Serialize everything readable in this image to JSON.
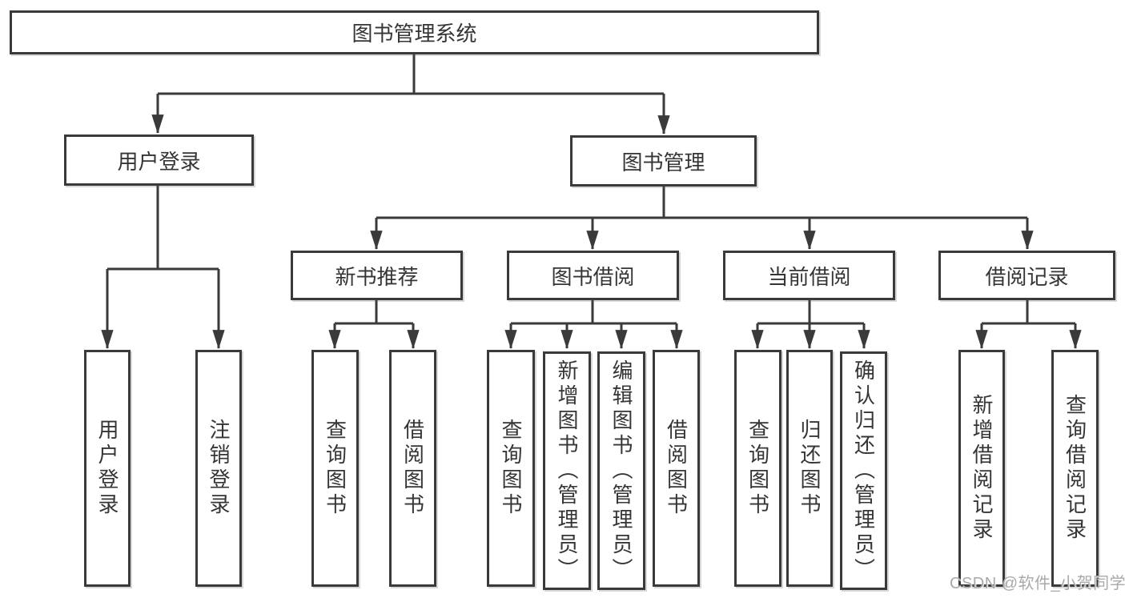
{
  "diagram_title": "图书管理系统",
  "colors": {
    "line": "#3a3a3a",
    "box_border": "#3a3a3a",
    "box_fill": "#ffffff",
    "text": "#353535",
    "watermark": "#a9a9a9",
    "background": "#ffffff"
  },
  "tree": {
    "label": "图书管理系统",
    "children": [
      {
        "label": "用户登录",
        "children": [
          {
            "label": "用户登录"
          },
          {
            "label": "注销登录"
          }
        ]
      },
      {
        "label": "图书管理",
        "children": [
          {
            "label": "新书推荐",
            "children": [
              {
                "label": "查询图书"
              },
              {
                "label": "借阅图书"
              }
            ]
          },
          {
            "label": "图书借阅",
            "children": [
              {
                "label": "查询图书"
              },
              {
                "label": "新增图书（管理员）"
              },
              {
                "label": "编辑图书（管理员）"
              },
              {
                "label": "借阅图书"
              }
            ]
          },
          {
            "label": "当前借阅",
            "children": [
              {
                "label": "查询图书"
              },
              {
                "label": "归还图书"
              },
              {
                "label": "确认归还（管理员）"
              }
            ]
          },
          {
            "label": "借阅记录",
            "children": [
              {
                "label": "新增借阅记录"
              },
              {
                "label": "查询借阅记录"
              }
            ]
          }
        ]
      }
    ]
  },
  "watermark": {
    "text": "CSDN @软件_小贺同学"
  }
}
